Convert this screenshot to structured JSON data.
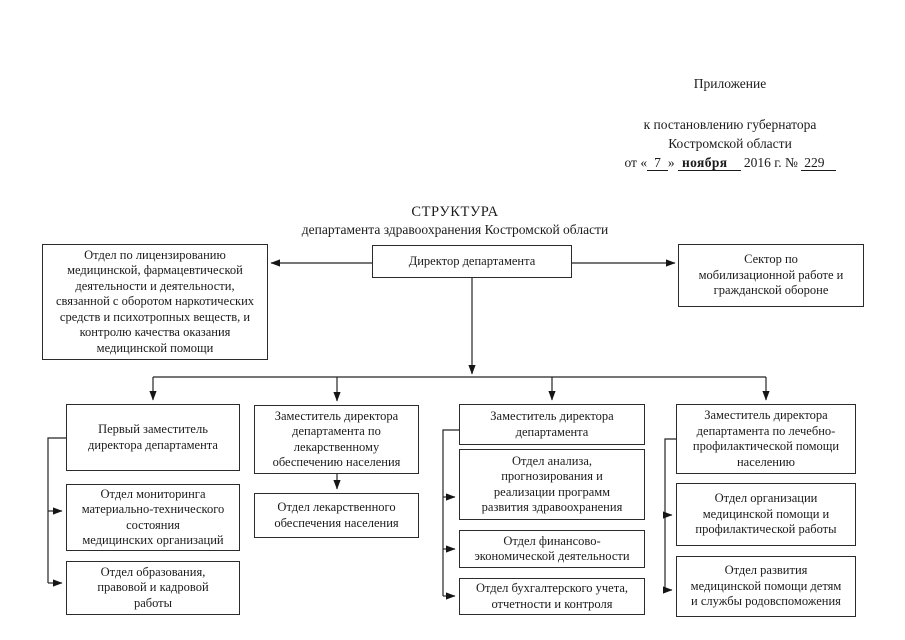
{
  "header": {
    "appendix": "Приложение",
    "line1": "к постановлению губернатора",
    "line2": "Костромской области",
    "date": {
      "p1": "от «",
      "day": "7",
      "p2": "»",
      "month": "ноября",
      "p3": " 2016 г. № ",
      "number": "229"
    }
  },
  "title": {
    "line1": "СТРУКТУРА",
    "line2": "департамента здравоохранения Костромской области"
  },
  "boxes": {
    "licensing": "Отдел по лицензированию\nмедицинской, фармацевтической\nдеятельности и деятельности,\nсвязанной с оборотом наркотических\nсредств и психотропных веществ, и\nконтролю качества оказания\nмедицинской помощи",
    "director": "Директор департамента",
    "mobilization": "Сектор  по\nмобилизационной работе и\nгражданской обороне",
    "first_deputy": "Первый заместитель\nдиректора департамента",
    "monitoring": "Отдел мониторинга\nматериально-технического\nсостояния\nмедицинских организаций",
    "education": "Отдел образования,\nправовой и кадровой\nработы",
    "deputy_drugs": "Заместитель директора\nдепартамента по\nлекарственному\nобеспечению населения",
    "drugs_dept": "Отдел лекарственного\nобеспечения населения",
    "deputy": "Заместитель директора\nдепартамента",
    "analysis": "Отдел анализа,\nпрогнозирования и\nреализации программ\nразвития здравоохранения",
    "finance": "Отдел финансово-\nэкономической деятельности",
    "accounting": "Отдел бухгалтерского учета,\nотчетности и контроля",
    "deputy_medical": "Заместитель директора\nдепартамента по лечебно-\nпрофилактической помощи\nнаселению",
    "med_org": "Отдел организации\nмедицинской помощи и\nпрофилактической работы",
    "children": "Отдел развития\nмедицинской помощи детям\nи службы родовспоможения"
  }
}
